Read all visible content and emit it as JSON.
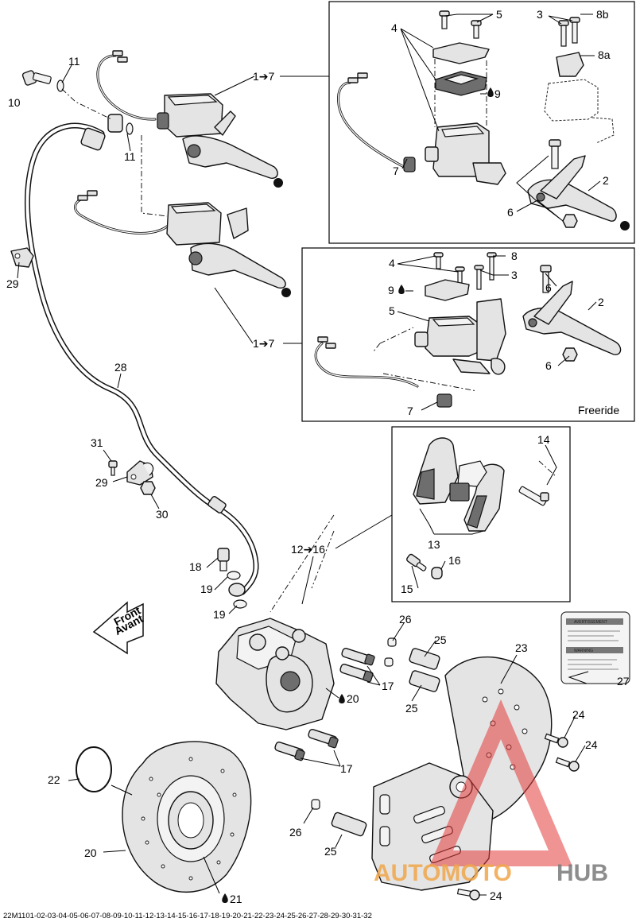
{
  "diagram": {
    "freeride_label": "Freeride",
    "front_arrow": {
      "line1": "Front",
      "line2": "Avant"
    },
    "footer_code": "22M1101-02-03-04-05-06-07-08-09-10-11-12-13-14-15-16-17-18-19-20-21-22-23-24-25-26-27-28-29-30-31-32",
    "watermark": {
      "part1": "AUTOMOTO",
      "part2": "HUB",
      "accent_color": "#f0a64a",
      "grey_color": "#7a7a7a",
      "logo_color": "#e23b3b"
    },
    "warning_label": {
      "title1": "AVERTISSEMENT",
      "title2": "WARNING"
    },
    "callouts": {
      "c_5_top": "5",
      "c_3_top": "3",
      "c_8b": "8b",
      "c_4_top": "4",
      "c_8a": "8a",
      "c_9_top": "9",
      "c_2_top": "2",
      "c_7_top": "7",
      "c_6_top": "6",
      "c_11_a": "11",
      "c_10": "10",
      "c_1to7_top": "1➔7",
      "c_11_b": "11",
      "c_29_a": "29",
      "c_4_mid": "4",
      "c_8_mid": "8",
      "c_9_mid": "9",
      "c_3_mid": "3",
      "c_6_mid": "6",
      "c_5_mid": "5",
      "c_2_mid": "2",
      "c_1to7_mid": "1➔7",
      "c_6_mid2": "6",
      "c_7_mid": "7",
      "c_28": "28",
      "c_31": "31",
      "c_29_b": "29",
      "c_30": "30",
      "c_14": "14",
      "c_13": "13",
      "c_12to16": "12➔16",
      "c_16": "16",
      "c_15": "15",
      "c_18": "18",
      "c_19_a": "19",
      "c_19_b": "19",
      "c_26_a": "26",
      "c_25_a": "25",
      "c_23": "23",
      "c_27": "27",
      "c_17_a": "17",
      "c_20_mid": "20",
      "c_25_b": "25",
      "c_24_a": "24",
      "c_24_b": "24",
      "c_17_b": "17",
      "c_22": "22",
      "c_26_b": "26",
      "c_25_c": "25",
      "c_20": "20",
      "c_21": "21",
      "c_24_c": "24"
    }
  }
}
